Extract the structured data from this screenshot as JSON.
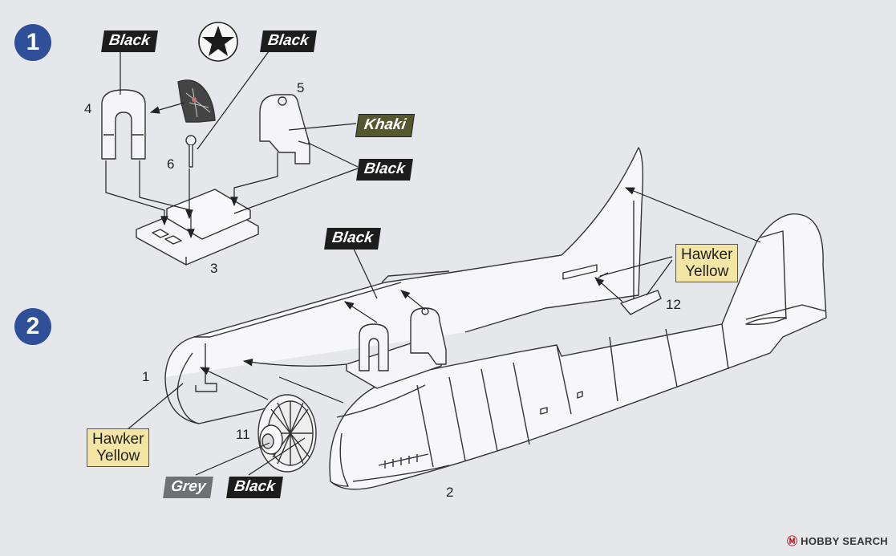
{
  "steps": [
    "1",
    "2"
  ],
  "tags": {
    "black_a": "Black",
    "black_b": "Black",
    "khaki": "Khaki",
    "black_c": "Black",
    "black_d": "Black",
    "hawker_yellow_top": [
      "Hawker",
      "Yellow"
    ],
    "hawker_yellow_left": [
      "Hawker",
      "Yellow"
    ],
    "grey": "Grey",
    "black_e": "Black"
  },
  "part_numbers": {
    "p1": "1",
    "p2": "2",
    "p3": "3",
    "p4": "4",
    "p5": "5",
    "p6": "6",
    "p11": "11",
    "p12": "12"
  },
  "watermark": {
    "mark": "Ⓜ",
    "text": "HOBBY SEARCH"
  },
  "colors": {
    "step_circle": "#2f4f98",
    "tag_black": "#1d1d1d",
    "tag_khaki": "#55582f",
    "tag_grey": "#6e7073",
    "tag_yellow": "#f3e6a5"
  }
}
